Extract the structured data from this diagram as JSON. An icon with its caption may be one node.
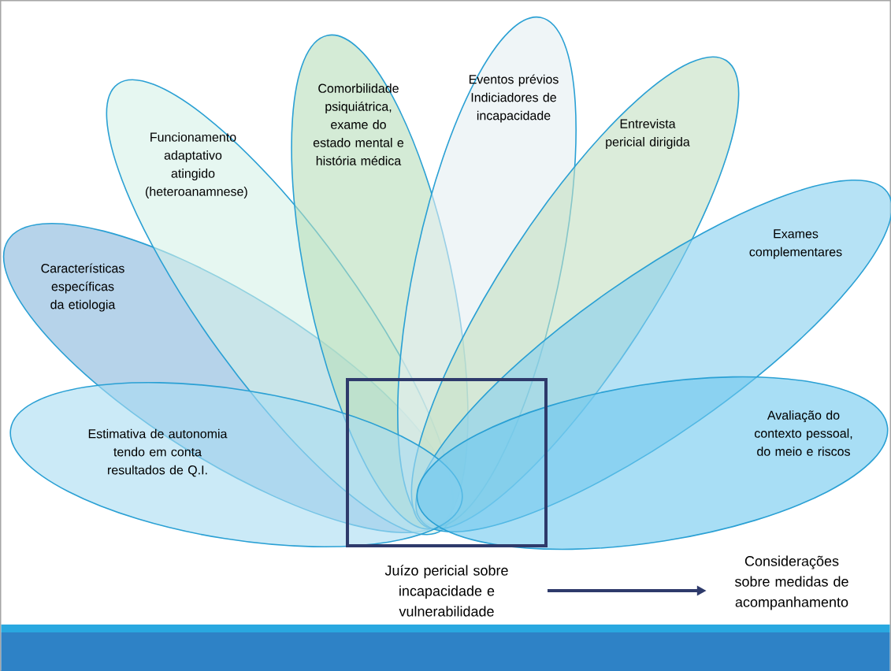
{
  "diagram": {
    "nodes": [
      {
        "text": [
          "Estimativa de autonomia tendo em conta resultados de Q.I."
        ]
      },
      {
        "text": [
          "Características específicas da etiologia"
        ]
      },
      {
        "text": [
          "Funcionamento adaptativo atingido (heteroanamnese)"
        ]
      },
      {
        "text": [
          "Comorbilidade psiquiátrica, exame do estado mental e história médica"
        ]
      },
      {
        "text": [
          "Eventos prévios Indiciadores de incapacidade"
        ]
      },
      {
        "text": [
          "Entrevista pericial dirigida"
        ]
      },
      {
        "text": [
          "Exames complementares"
        ]
      },
      {
        "text": [
          "Avaliação do contexto pessoal, do meio e riscos"
        ]
      },
      {
        "text": [
          "Juízo pericial sobre incapacidade e vulnerabilidade"
        ]
      },
      {
        "text": [
          "Considerações sobre medidas de acompanhamento"
        ]
      }
    ],
    "edges": [
      {
        "from": 8,
        "to": 9,
        "arrow": "to"
      }
    ]
  }
}
